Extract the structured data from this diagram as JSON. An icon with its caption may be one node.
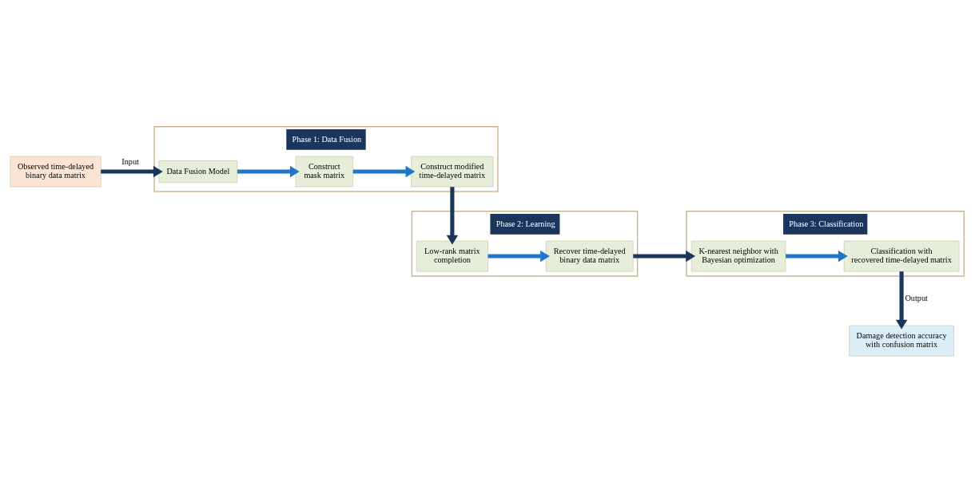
{
  "diagram": {
    "nodes": [
      {
        "text": [
          "Observed time-delayed binary data matrix"
        ]
      },
      {
        "text": [
          "Phase 1: Data Fusion"
        ]
      },
      {
        "text": [
          "Data Fusion Model"
        ],
        "in": 1
      },
      {
        "text": [
          "Construct mask matrix"
        ],
        "in": 1
      },
      {
        "text": [
          "Construct modified time-delayed matrix"
        ],
        "in": 1
      },
      {
        "text": [
          "Phase 3: Classification"
        ]
      },
      {
        "text": [
          "Classification with recovered time-delayed matrix"
        ],
        "in": 5
      },
      {
        "text": [
          "K-nearest neighbor with Bayesian optimization"
        ],
        "in": 5
      },
      {
        "text": [
          "Phase 2: Learning"
        ]
      },
      {
        "text": [
          "Recover time-delayed binary data matrix"
        ],
        "in": 8
      },
      {
        "text": [
          "Low-rank matrix completion"
        ],
        "in": 8
      },
      {
        "text": [
          "Damage detection accuracy with confusion matrix"
        ]
      }
    ],
    "edges": [
      {
        "from": 0,
        "to": 2,
        "arrow": "to",
        "label": "Input",
        "color": "#1b355b"
      },
      {
        "from": 2,
        "to": 3,
        "arrow": "to",
        "color": "#1f77c8"
      },
      {
        "from": 3,
        "to": 4,
        "arrow": "to",
        "color": "#1f77c8"
      },
      {
        "from": 4,
        "to": 10,
        "arrow": "to",
        "color": "#1b355b"
      },
      {
        "from": 10,
        "to": 9,
        "arrow": "to",
        "color": "#1f77c8"
      },
      {
        "from": 9,
        "to": 7,
        "arrow": "to",
        "color": "#1b355b"
      },
      {
        "from": 7,
        "to": 6,
        "arrow": "to",
        "color": "#1f77c8"
      },
      {
        "from": 6,
        "to": 11,
        "arrow": "to",
        "label": "Output",
        "color": "#1b355b"
      }
    ]
  }
}
